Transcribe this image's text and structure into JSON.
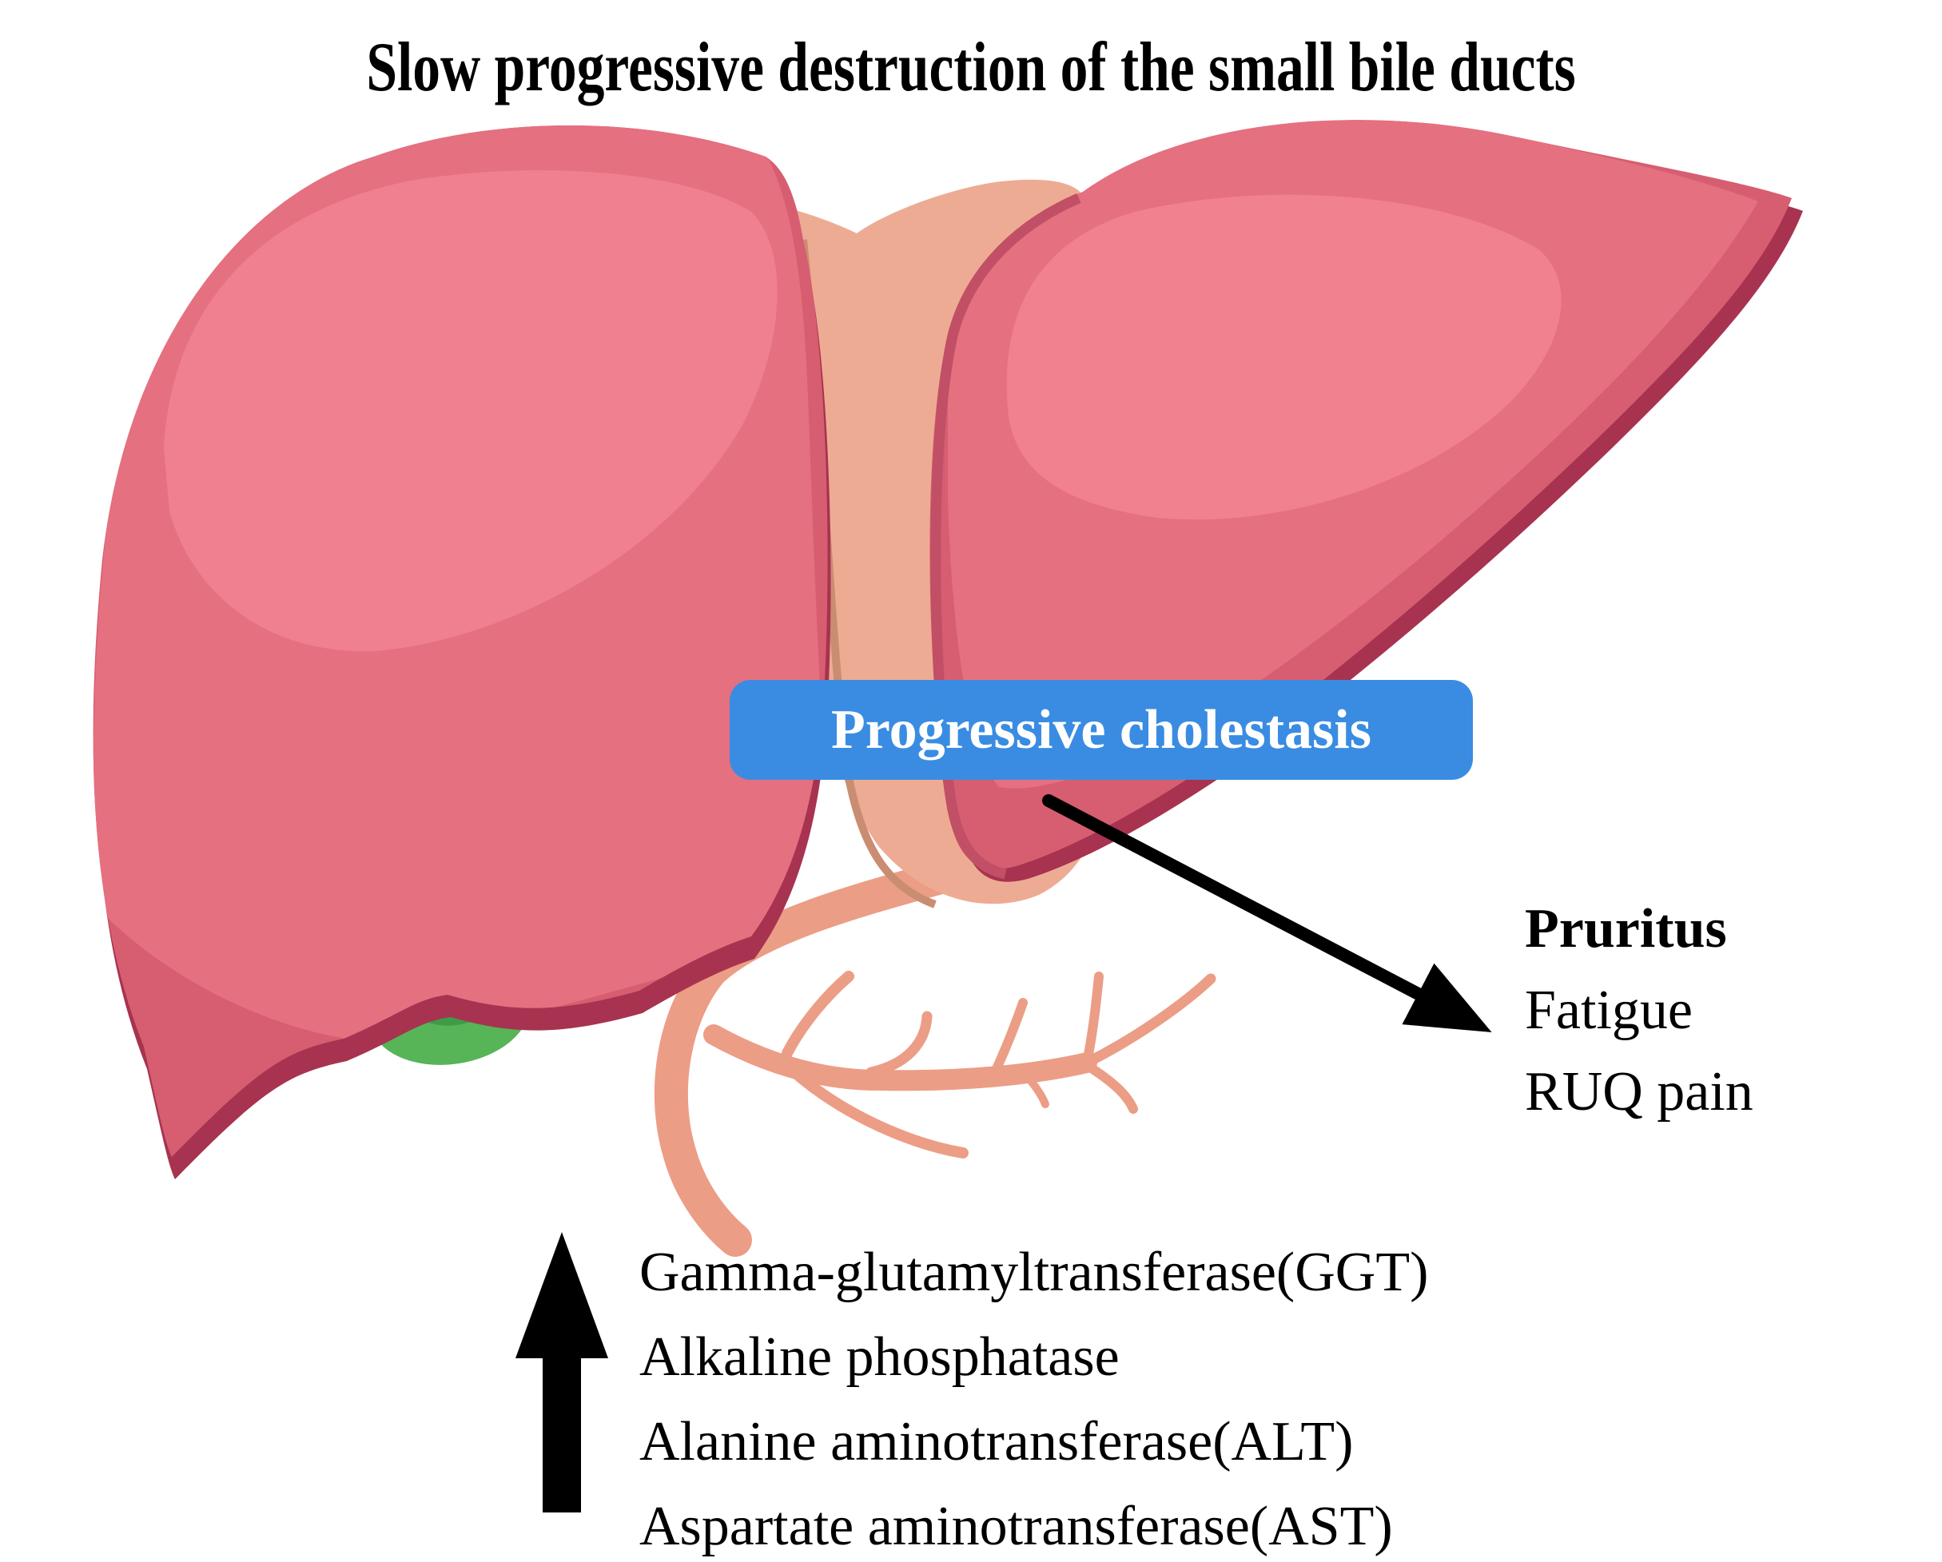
{
  "title": "Slow progressive destruction of the small bile ducts",
  "label": {
    "text": "Progressive cholestasis"
  },
  "symptoms": {
    "items": [
      "Pruritus",
      "Fatigue",
      "RUQ pain"
    ]
  },
  "labs": {
    "direction": "increased",
    "items": [
      "Gamma-glutamyltransferase(GGT)",
      "Alkaline phosphatase",
      "Alanine aminotransferase(ALT)",
      "Aspartate aminotransferase(AST)"
    ]
  },
  "colors": {
    "background": "#ffffff",
    "text": "#000000",
    "label_bg": "#3a8ce2",
    "label_text": "#ffffff",
    "liver_base": "#d65e70",
    "liver_light": "#e57080",
    "liver_bright": "#f0808f",
    "liver_bright_right": "#f2818f",
    "liver_dark_edge": "#a73350",
    "liver_rim_right": "#c14f66",
    "falciform_band": "#eeab94",
    "band_edge": "#c98d72",
    "bile_duct": "#ec9d86",
    "gallbladder": "#57b457",
    "gallbladder_shadow": "#3f9b46",
    "arrow": "#000000"
  }
}
